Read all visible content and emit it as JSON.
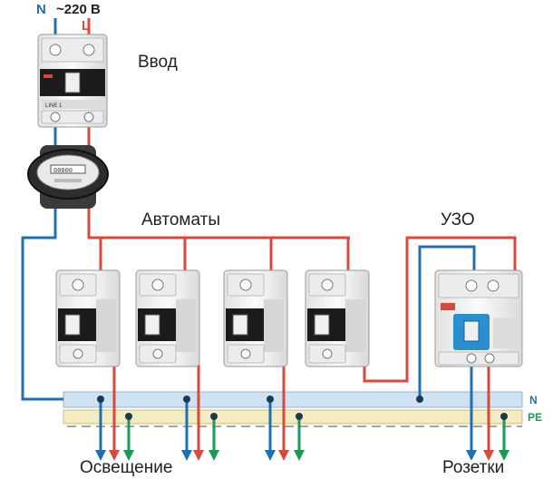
{
  "labels": {
    "supply_prefix": "~220",
    "supply_unit": "В",
    "neutral": "N",
    "line": "L",
    "input": "Ввод",
    "breakers": "Автоматы",
    "rcd": "УЗО",
    "lighting": "Освещение",
    "sockets": "Розетки",
    "bus_n": "N",
    "bus_pe": "PE"
  },
  "device_text": {
    "input_breaker_marking": "LINE 1",
    "meter_display": "00000"
  },
  "colors": {
    "neutral_wire": "#1f6fb3",
    "line_wire": "#d8483b",
    "pe_wire": "#1a9a55",
    "n_bus": "#cfe2f2",
    "pe_bus": "#f3ecc0",
    "device_body": "#f2f2f2",
    "handle": "#1b1b1b",
    "rcd_handle": "#2a8fd0",
    "meter_body": "#2d2d2d"
  },
  "icons": {
    "input_breaker": "double-pole-breaker-icon",
    "meter": "electric-meter-icon",
    "breaker": "single-pole-breaker-icon",
    "rcd": "rcd-device-icon"
  }
}
